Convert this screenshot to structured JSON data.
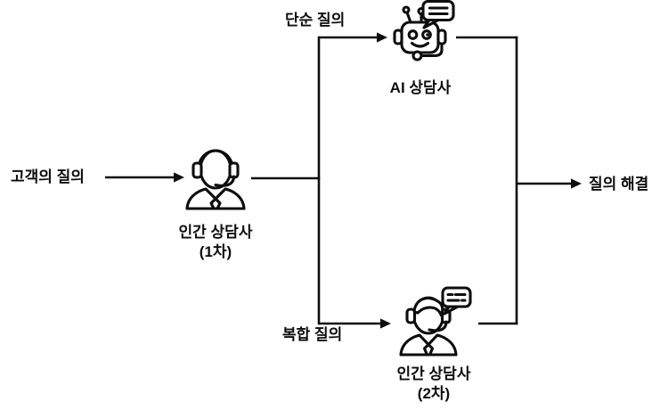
{
  "colors": {
    "line": "#0d0d0d",
    "background": "#ffffff"
  },
  "diagram": {
    "source": {
      "label": "고객의 질의"
    },
    "resolution": {
      "label": "질의 해결"
    },
    "edges": {
      "simple": {
        "label": "단순 질의"
      },
      "complex": {
        "label": "복합 질의"
      }
    },
    "nodes": [
      {
        "id": "human-agent-1",
        "icon": "headset-agent-icon",
        "label": "인간 상담사",
        "sublabel": "(1차)"
      },
      {
        "id": "ai-agent",
        "icon": "robot-agent-icon",
        "label": "AI 상담사"
      },
      {
        "id": "human-agent-2",
        "icon": "headset-agent-chat-icon",
        "label": "인간 상담사",
        "sublabel": "(2차)"
      }
    ]
  }
}
